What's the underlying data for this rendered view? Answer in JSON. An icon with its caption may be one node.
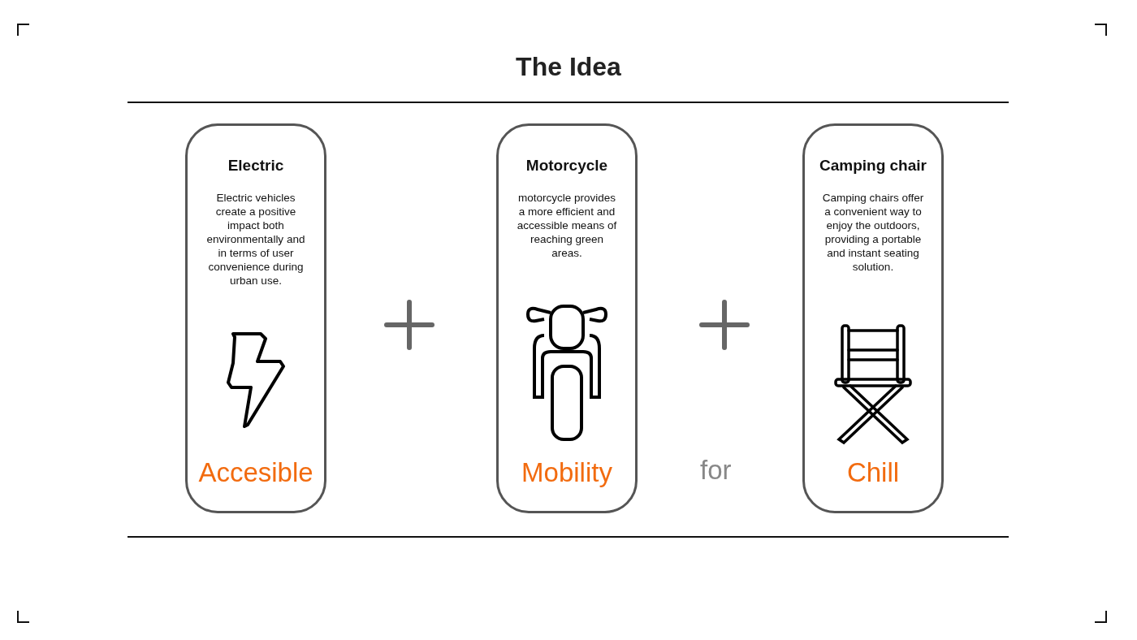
{
  "diagram": {
    "title": "The Idea",
    "nodes": [
      {
        "text": [
          "Electric",
          "Electric vehicles create a positive impact both environmentally and in terms of user convenience during urban use.",
          "Accesible"
        ]
      },
      {
        "text": [
          "Motorcycle",
          "motorcycle provides a more efficient and accessible means of reaching green areas.",
          "Mobility"
        ]
      },
      {
        "text": [
          "Camping chair",
          "Camping chairs offer a convenient way to enjoy the outdoors, providing a portable and instant seating solution.",
          "Chill"
        ]
      }
    ],
    "labels": [
      "for"
    ]
  }
}
